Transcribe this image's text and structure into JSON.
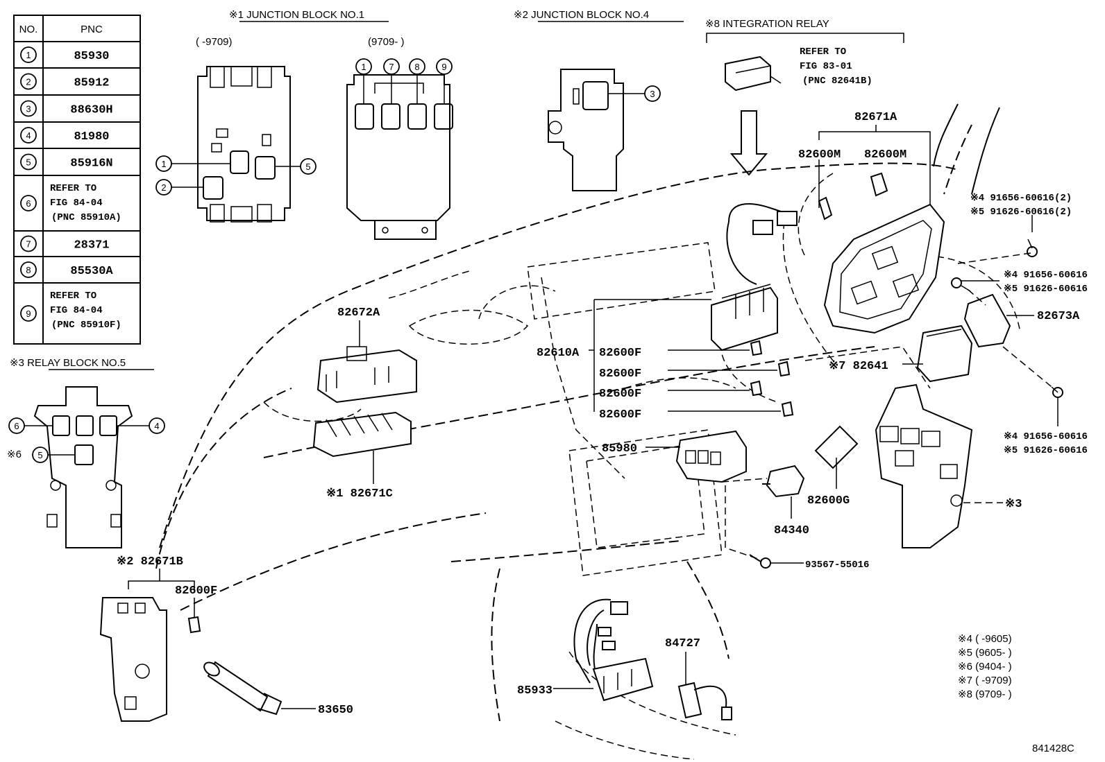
{
  "table": {
    "header_no": "NO.",
    "header_pnc": "PNC",
    "rows": [
      {
        "no": "1",
        "pnc": [
          "85930"
        ]
      },
      {
        "no": "2",
        "pnc": [
          "85912"
        ]
      },
      {
        "no": "3",
        "pnc": [
          "88630H"
        ]
      },
      {
        "no": "4",
        "pnc": [
          "81980"
        ]
      },
      {
        "no": "5",
        "pnc": [
          "85916N"
        ]
      },
      {
        "no": "6",
        "pnc": [
          "REFER TO",
          "FIG 84-04",
          "(PNC 85910A)"
        ]
      },
      {
        "no": "7",
        "pnc": [
          "28371"
        ]
      },
      {
        "no": "8",
        "pnc": [
          "85530A"
        ]
      },
      {
        "no": "9",
        "pnc": [
          "REFER TO",
          "FIG 84-04",
          "(PNC 85910F)"
        ]
      }
    ]
  },
  "headings": {
    "jb1": "※1 JUNCTION BLOCK NO.1",
    "jb4": "※2 JUNCTION BLOCK NO.4",
    "integration": "※8 INTEGRATION RELAY",
    "relay5": "※3 RELAY BLOCK NO.5",
    "jb1_left_range": "(    -9709)",
    "jb1_right_range": "(9709-     )",
    "integration_ref": [
      "REFER TO",
      "FIG 83-01",
      "(PNC 82641B)"
    ]
  },
  "callouts": {
    "jb1_left": [
      "1",
      "2",
      "5"
    ],
    "jb1_right": [
      "1",
      "7",
      "8",
      "9"
    ],
    "jb4": [
      "3"
    ],
    "relay5": [
      "6",
      "4",
      "5"
    ],
    "relay5_note": "※6"
  },
  "parts": {
    "p82671A": "82671A",
    "p82600M_a": "82600M",
    "p82600M_b": "82600M",
    "p82672A": "82672A",
    "p82610A": "82610A",
    "p82600F_1": "82600F",
    "p82600F_2": "82600F",
    "p82600F_3": "82600F",
    "p82600F_4": "82600F",
    "p82671C": "※1 82671C",
    "p82641": "※7 82641",
    "p82673A": "82673A",
    "p85980": "85980",
    "p84340": "84340",
    "p82600G": "82600G",
    "p93567": "93567-55016",
    "p82671B": "※2 82671B",
    "p82600F_b": "82600F",
    "p84727": "84727",
    "p85933": "85933",
    "p83650": "83650",
    "relay_ref3": "※3",
    "bolt_a1": "※4 91656-60616(2)",
    "bolt_a2": "※5 91626-60616(2)",
    "bolt_b1": "※4 91656-60616",
    "bolt_b2": "※5 91626-60616",
    "bolt_c1": "※4 91656-60616",
    "bolt_c2": "※5 91626-60616"
  },
  "notes": [
    "※4 (      -9605)",
    "※5 (9605-      )",
    "※6 (9404-      )",
    "※7 (      -9709)",
    "※8 (9709-      )"
  ],
  "figure_id": "841428C"
}
